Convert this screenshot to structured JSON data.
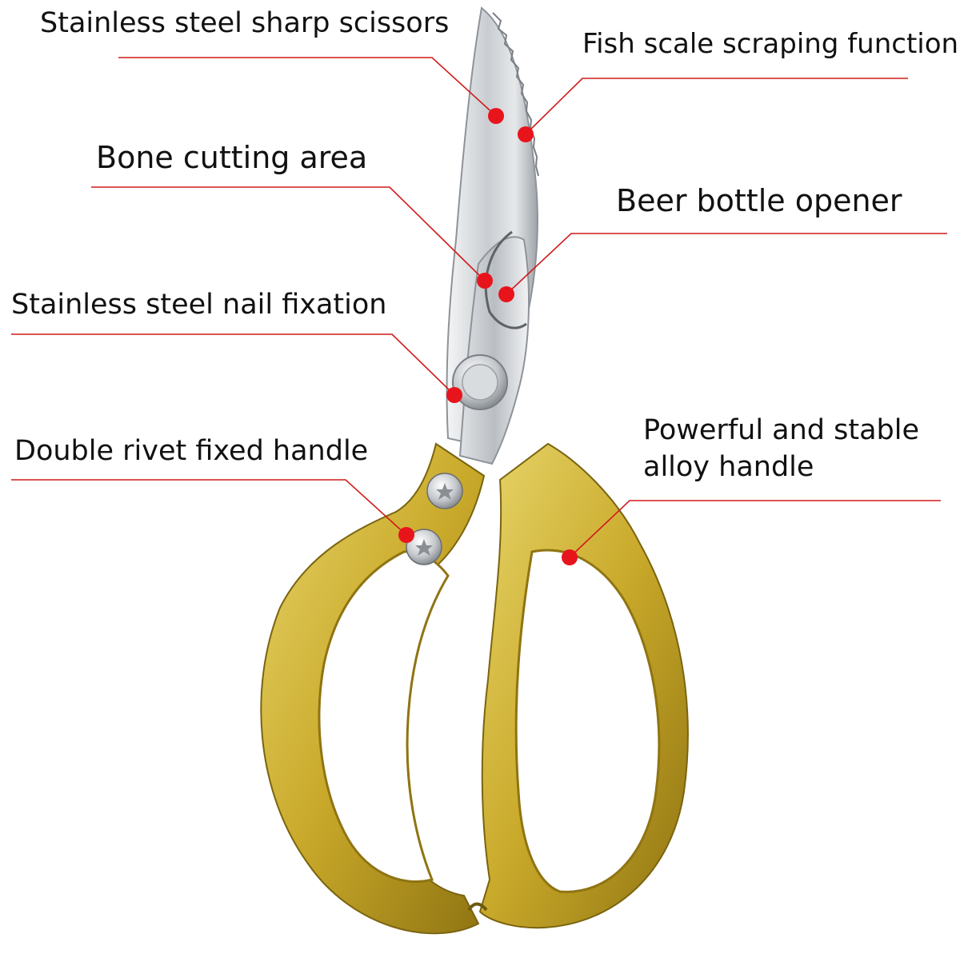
{
  "accent_color": "#e8141c",
  "callouts": [
    {
      "id": "sharp-scissors",
      "text": "Stainless steel sharp scissors"
    },
    {
      "id": "fish-scale",
      "text": "Fish scale scraping function"
    },
    {
      "id": "bone-cutting",
      "text": "Bone cutting area"
    },
    {
      "id": "bottle-opener",
      "text": "Beer bottle opener"
    },
    {
      "id": "nail-fixation",
      "text": "Stainless steel nail fixation"
    },
    {
      "id": "double-rivet",
      "text": "Double rivet fixed handle"
    },
    {
      "id": "alloy-handle",
      "text": "Powerful and stable alloy handle"
    }
  ]
}
